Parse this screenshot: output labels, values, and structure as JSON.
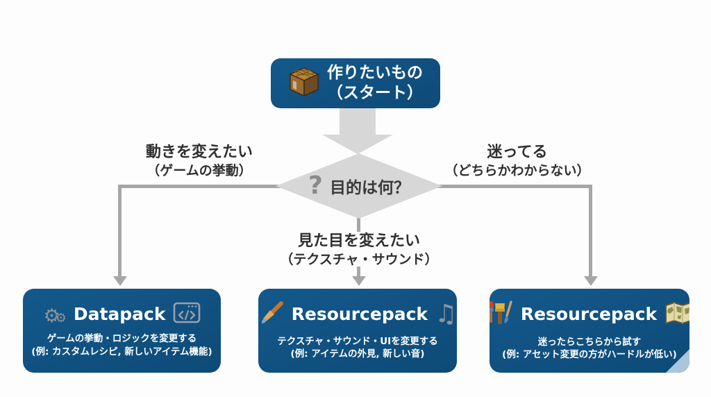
{
  "flowchart": {
    "start": {
      "line1": "作りたいもの",
      "line2": "（スタート）",
      "icon": "crafting-table-icon"
    },
    "decision": {
      "q_mark": "?",
      "label": "目的は何？"
    },
    "branches": {
      "left": {
        "line1": "動きを変えたい",
        "line2": "（ゲームの挙動）"
      },
      "center": {
        "line1": "見た目を変えたい",
        "line2": "（テクスチャ・サウンド）"
      },
      "right": {
        "line1": "迷ってる",
        "line2": "（どちらかわからない）"
      }
    },
    "nodes": [
      {
        "title": "Datapack",
        "desc1": "ゲームの挙動・ロジックを変更する",
        "desc2": "(例: カスタムレシピ, 新しいアイテム機能)",
        "left_icon": "gears-icon",
        "right_icon": "code-window-icon"
      },
      {
        "title": "Resourcepack",
        "desc1": "テクスチャ・サウンド・UIを変更する",
        "desc2": "(例: アイテムの外見, 新しい音)",
        "left_icon": "paintbrush-icon",
        "right_icon": "music-note-icon"
      },
      {
        "title": "Resourcepack",
        "desc1": "迷ったらこちらから試す",
        "desc2": "(例: アセット変更の方がハードルが低い)",
        "left_icon": "art-tools-icon",
        "right_icon": "map-icon"
      }
    ],
    "glyphs": {
      "gear": "⚙",
      "music_note": "♫"
    },
    "colors": {
      "node_bg": "#0e4e7e",
      "diamond": "#d7d7d7",
      "connector": "#a6a6a6",
      "label_text": "#2f2f2f",
      "curl": "#a9c6dc"
    }
  }
}
